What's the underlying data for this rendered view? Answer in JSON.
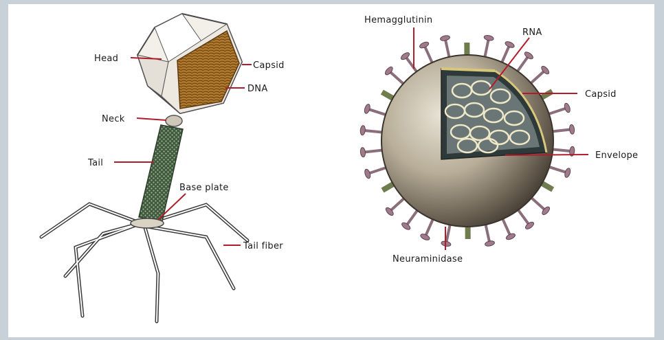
{
  "phage": {
    "labels": {
      "head": "Head",
      "capsid": "Capsid",
      "dna": "DNA",
      "neck": "Neck",
      "tail": "Tail",
      "base_plate": "Base plate",
      "tail_fiber": "Tail fiber"
    }
  },
  "influenza": {
    "labels": {
      "hemagglutinin": "Hemagglutinin",
      "rna": "RNA",
      "capsid": "Capsid",
      "envelope": "Envelope",
      "neuraminidase": "Neuraminidase"
    }
  },
  "colors": {
    "leader": "#b01c2a",
    "head_face": "#f1eee8",
    "capsid_brown": "#9a6a2a",
    "tail_green": "#4f6a4b",
    "envelope_dark": "#8c816f",
    "spike_pink": "#a07a8a",
    "hemagglutinin_green": "#6f7d4e",
    "rna_cream": "#efe8c8"
  }
}
